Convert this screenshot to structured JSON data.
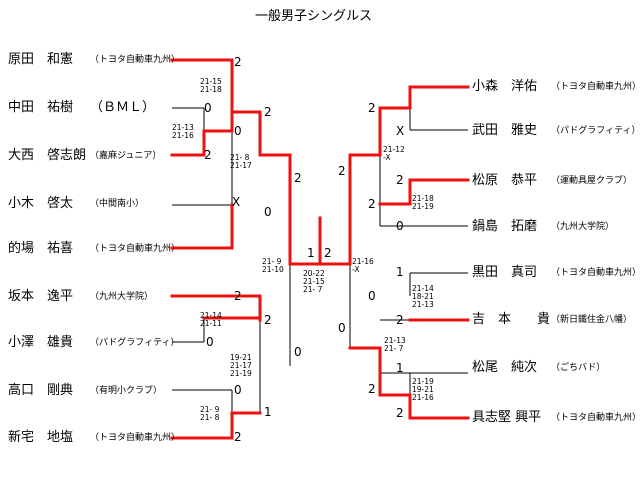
{
  "title": "一般男子シングルス",
  "left_players": [
    {
      "name": "原田　和憲",
      "affiliation": "（トヨタ自動車九州）"
    },
    {
      "name": "中田　祐樹",
      "affiliation": "（ＢＭＬ）"
    },
    {
      "name": "大西　啓志朗",
      "affiliation": "（嘉麻ジュニア）"
    },
    {
      "name": "小木　啓太",
      "affiliation": "（中間南小）"
    },
    {
      "name": "的場　祐喜",
      "affiliation": "（トヨタ自動車九州）"
    },
    {
      "name": "坂本　逸平",
      "affiliation": "（九州大学院）"
    },
    {
      "name": "小澤　雄貴",
      "affiliation": "（パドグラフィティ）"
    },
    {
      "name": "高口　剛典",
      "affiliation": "（有明小クラブ）"
    },
    {
      "name": "新宅　地塩",
      "affiliation": "（トヨタ自動車九州）"
    }
  ],
  "right_players": [
    {
      "name": "小森　洋佑",
      "affiliation": "（トヨタ自動車九州）"
    },
    {
      "name": "武田　雅史",
      "affiliation": "（パドグラフィティ）"
    },
    {
      "name": "松原　恭平",
      "affiliation": "（運動具屋クラブ）"
    },
    {
      "name": "鍋島　拓磨",
      "affiliation": "（九州大学院）"
    },
    {
      "name": "黒田　真司",
      "affiliation": "（トヨタ自動車九州）"
    },
    {
      "name": "吉　本　　貴",
      "affiliation": "（新日鐵住金八幡）"
    },
    {
      "name": "松尾　純次",
      "affiliation": "（ごちバド）"
    },
    {
      "name": "具志堅 興平",
      "affiliation": "（トヨタ自動車九州）"
    }
  ],
  "scores": {
    "l_r1_top": "2",
    "l_r1_bot": "0",
    "l_r1b_top": "0",
    "l_r1b_bot": "2",
    "l_r2_top": "2",
    "l_r2_bot": "0",
    "l_r1c_bot": "X",
    "l_r1d_top": "2",
    "l_r1d_bot": "0",
    "l_r1e_top": "0",
    "l_r1e_bot": "2",
    "l_r2b_top": "2",
    "l_r2b_bot": "1",
    "l_r3_top": "2",
    "l_r3_bot": "0",
    "final_left": "1",
    "final_right": "2",
    "r_r3_top": "2",
    "r_r3_bot": "0",
    "r_r1_top": "2",
    "r_r1_bot": "X",
    "r_r1b_top": "2",
    "r_r1b_bot": "0",
    "r_r2_top": "2",
    "r_r2_bot": "0",
    "r_r1c_top": "1",
    "r_r1c_bot": "2",
    "r_r1d_top": "1",
    "r_r1d_bot": "2",
    "r_r2b_top": "0",
    "r_r2b_bot": "2"
  },
  "game_scores": {
    "l_m1": "21-15\n21-18",
    "l_m2": "21-13\n21-16",
    "l_m3": "21- 8\n21-17",
    "l_m4": "21- 9\n21-10",
    "l_m5": "21-14\n21-11",
    "l_m6": "19-21\n21-17\n21-19",
    "l_m7": "21- 9\n21- 8",
    "final": "20-22\n21-15\n21- 7",
    "r_m1": "21-12\n-X",
    "r_m2": "21-18\n21-19",
    "r_m3": "21-16\n-X",
    "r_m4": "21-14\n18-21\n21-13",
    "r_m5": "21-13\n21- 7",
    "r_m6": "21-19\n19-21\n21-16"
  }
}
